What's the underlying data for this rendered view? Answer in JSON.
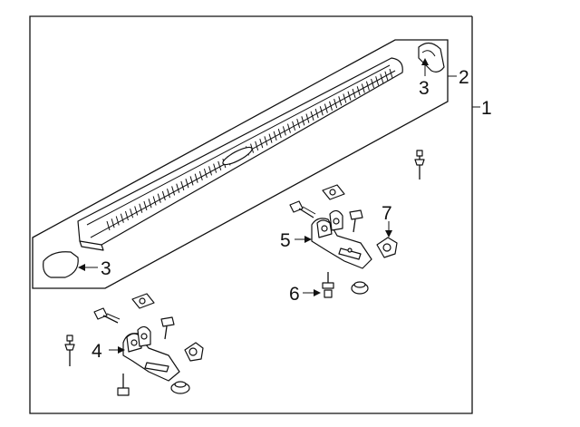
{
  "diagram": {
    "callouts": {
      "c1": "1",
      "c2": "2",
      "c3_top": "3",
      "c3_left": "3",
      "c4": "4",
      "c5": "5",
      "c6": "6",
      "c7": "7"
    },
    "colors": {
      "line": "#111111",
      "background": "#ffffff"
    }
  }
}
